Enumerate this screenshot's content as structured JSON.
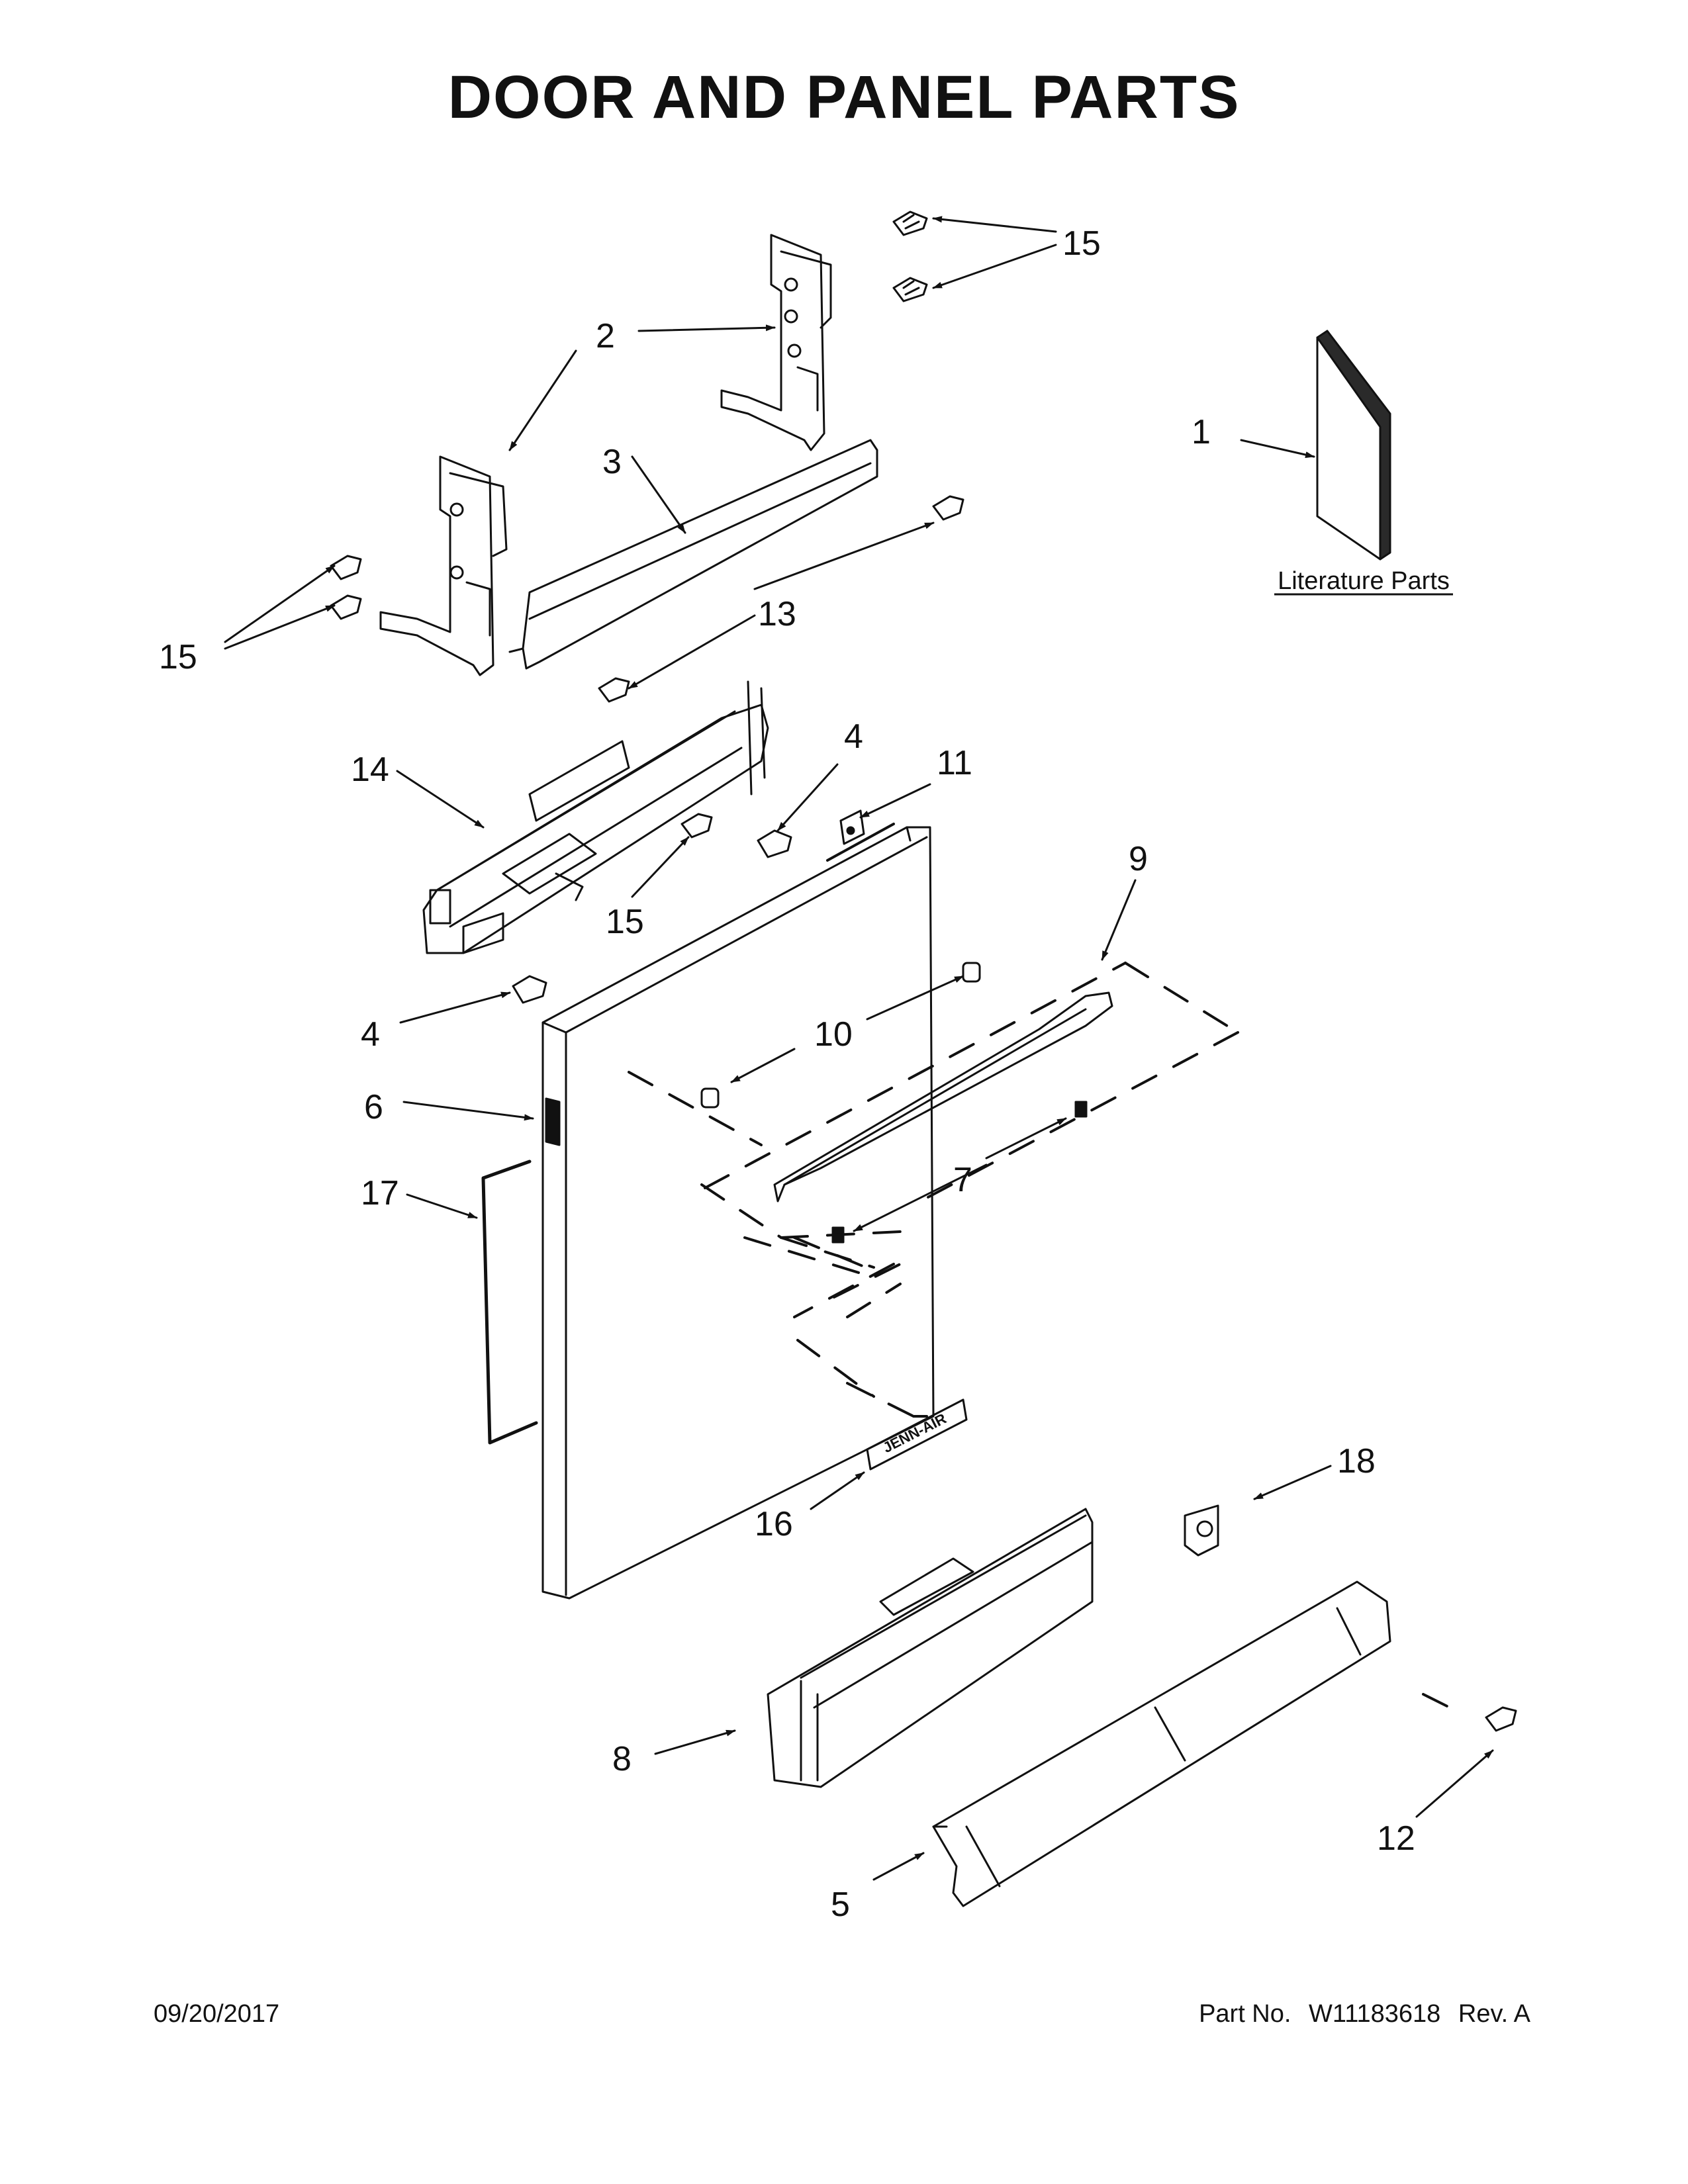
{
  "title": "DOOR AND PANEL PARTS",
  "literature_label": "Literature Parts",
  "callouts": [
    {
      "id": "c15a",
      "label": "15"
    },
    {
      "id": "c2",
      "label": "2"
    },
    {
      "id": "c1",
      "label": "1"
    },
    {
      "id": "c3",
      "label": "3"
    },
    {
      "id": "c15b",
      "label": "15"
    },
    {
      "id": "c13",
      "label": "13"
    },
    {
      "id": "c14",
      "label": "14"
    },
    {
      "id": "c4a",
      "label": "4"
    },
    {
      "id": "c11",
      "label": "11"
    },
    {
      "id": "c15c",
      "label": "15"
    },
    {
      "id": "c9",
      "label": "9"
    },
    {
      "id": "c4b",
      "label": "4"
    },
    {
      "id": "c10",
      "label": "10"
    },
    {
      "id": "c6",
      "label": "6"
    },
    {
      "id": "c17",
      "label": "17"
    },
    {
      "id": "c7",
      "label": "7"
    },
    {
      "id": "c18",
      "label": "18"
    },
    {
      "id": "c16",
      "label": "16"
    },
    {
      "id": "c8",
      "label": "8"
    },
    {
      "id": "c12",
      "label": "12"
    },
    {
      "id": "c5",
      "label": "5"
    }
  ],
  "badge_text": "JENN-AIR",
  "footer": {
    "date": "09/20/2017",
    "part_prefix": "Part No.",
    "part_number": "W11183618",
    "revision": "Rev. A"
  }
}
